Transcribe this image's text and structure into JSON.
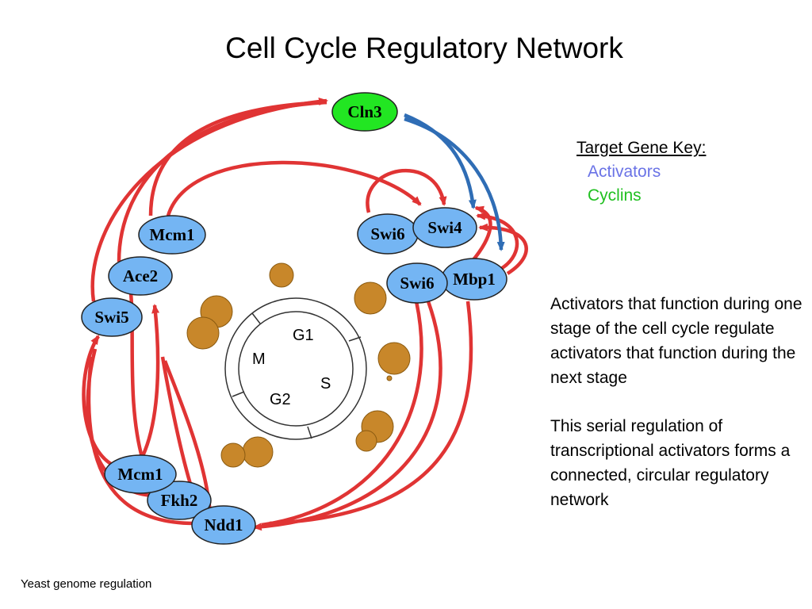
{
  "title": "Cell Cycle Regulatory Network",
  "key": {
    "title": "Target Gene Key:",
    "activators": "Activators",
    "cyclins": "Cyclins",
    "activator_color": "#6a73e6",
    "cyclin_color": "#20c020"
  },
  "nodes": {
    "cln3": "Cln3",
    "swi4": "Swi4",
    "swi6_top": "Swi6",
    "swi6_bottom": "Swi6",
    "mbp1": "Mbp1",
    "mcm1_top": "Mcm1",
    "ace2": "Ace2",
    "swi5": "Swi5",
    "mcm1_bottom": "Mcm1",
    "fkh2": "Fkh2",
    "ndd1": "Ndd1"
  },
  "phases": {
    "g1": "G1",
    "s": "S",
    "g2": "G2",
    "m": "M"
  },
  "colors": {
    "activator_fill": "#74b5f3",
    "cyclin_fill": "#22e622",
    "activation_arrow": "#e03434",
    "cln3_arrow": "#2f6db5",
    "cell_blob": "#c8872a"
  },
  "paragraphs": [
    "Activators that function during one stage of the cell cycle regulate activators that function during the next stage",
    "This serial regulation of transcriptional activators forms a connected, circular regulatory network"
  ],
  "footer": "Yeast genome regulation"
}
